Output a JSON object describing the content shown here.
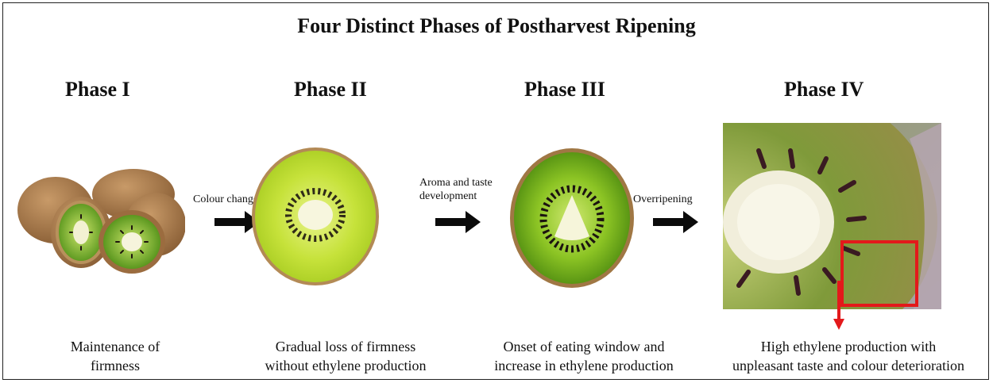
{
  "title": "Four Distinct Phases of Postharvest Ripening",
  "phases": [
    {
      "label": "Phase I",
      "description": "Maintenance of firmness",
      "desc_lines": [
        "Maintenance of",
        "firmness"
      ]
    },
    {
      "label": "Phase II",
      "description": "Gradual loss of firmness without ethylene production",
      "desc_lines": [
        "Gradual loss of firmness",
        "without ethylene production"
      ]
    },
    {
      "label": "Phase III",
      "description": "Onset of eating window and increase in ethylene production",
      "desc_lines": [
        "Onset of eating window and",
        "increase in ethylene production"
      ]
    },
    {
      "label": "Phase IV",
      "description": "High ethylene production with unpleasant taste and colour deterioration",
      "desc_lines": [
        "High ethylene production with",
        "unpleasant taste and colour deterioration"
      ]
    }
  ],
  "transitions": [
    {
      "label": "Colour change",
      "label_lines": [
        "Colour change"
      ]
    },
    {
      "label": "Aroma and taste development",
      "label_lines": [
        "Aroma and taste",
        "development"
      ]
    },
    {
      "label": "Overripening",
      "label_lines": [
        "Overripening"
      ]
    }
  ],
  "colors": {
    "frame": "#222222",
    "arrow": "#0b0b0b",
    "highlight": "#e3191b",
    "kiwi_skin": "#a77a4c",
    "kiwi_flesh_light": "#c6e23a",
    "kiwi_flesh_dark": "#5f9a12",
    "kiwi_core": "#f4f3d6",
    "kiwi_seed": "#2a1a14"
  }
}
